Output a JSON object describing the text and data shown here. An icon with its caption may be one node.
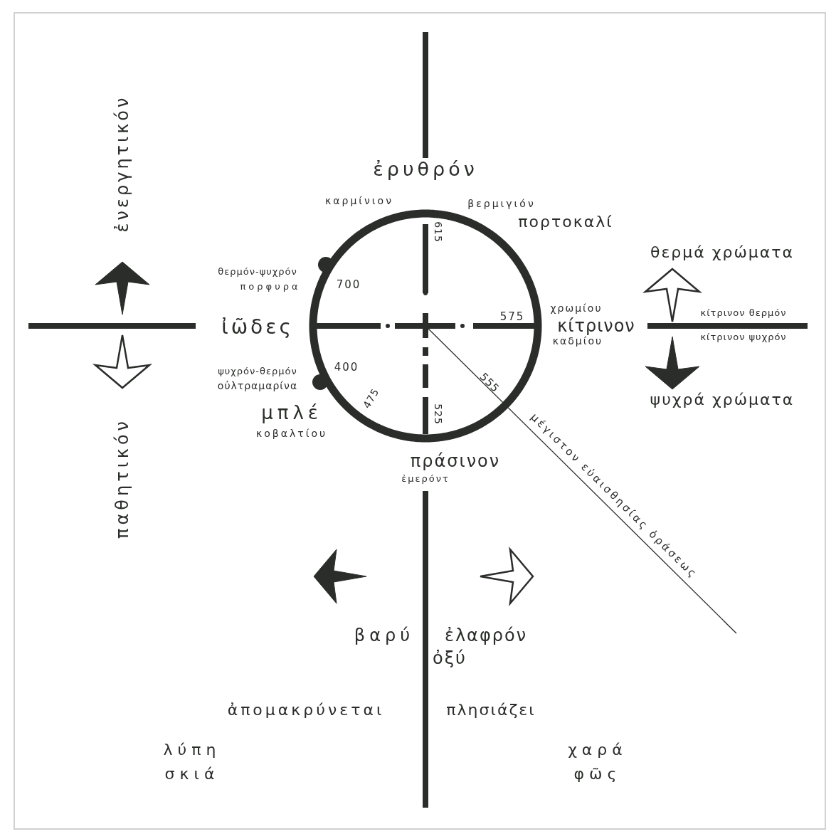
{
  "diagram": {
    "labels": [
      "ἐνεργητικόν",
      "ἐρυθρόν",
      "καρμίνιον",
      "βερμιγιόν",
      "πορτοκαλί",
      "θερμά χρώματα",
      "θερμόν-ψυχρόν",
      "πορφυρα",
      "700",
      "615",
      "ἰῶδες",
      "575",
      "χρωμίου",
      "κίτρινον",
      "καδμίου",
      "κίτρινον θερμόν",
      "κίτρινον ψυχρόν",
      "ψυχρόν-θερμόν",
      "οὐλτραμαρίνα",
      "400",
      "555",
      "475",
      "μπλέ",
      "525",
      "κοβαλτίου",
      "πράσινον",
      "ἐμερόντ",
      "ψυχρά χρώματα",
      "παθητικόν",
      "μέγιστον εὐαισθησίας ὁράσεως",
      "βαρύ",
      "ἐλαφρόν",
      "ὀξύ",
      "ἀπομακρύνεται",
      "πλησιάζει",
      "λύπη",
      "σκιά",
      "χαρά",
      "φῶς"
    ]
  }
}
